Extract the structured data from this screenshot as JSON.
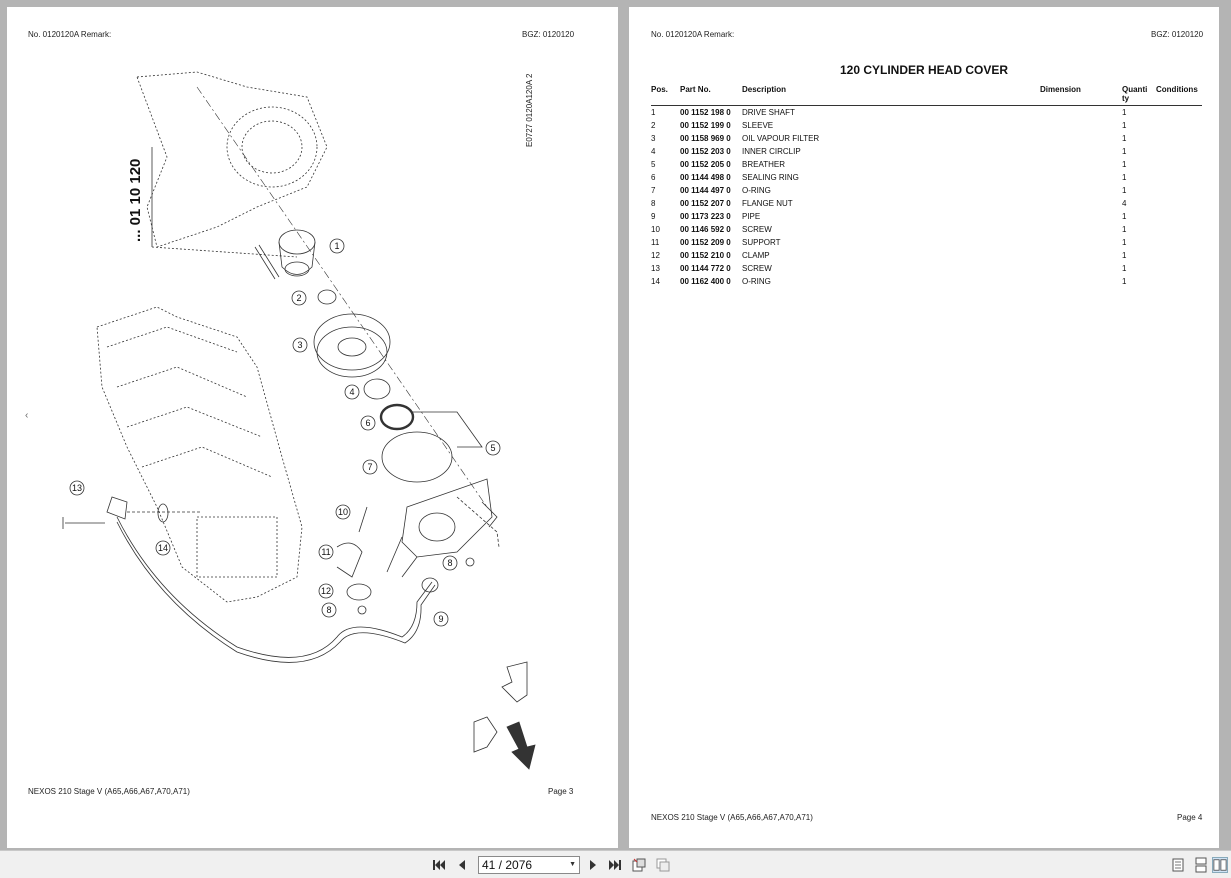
{
  "left_page": {
    "header_left": "No. 0120120A   Remark:",
    "header_right": "BGZ: 0120120",
    "drawing_code_vertical": "E0727 0120A120A 2",
    "group_code": "... 01 10 120",
    "callouts": [
      "1",
      "2",
      "3",
      "4",
      "5",
      "6",
      "7",
      "8",
      "9",
      "10",
      "11",
      "12",
      "13",
      "14",
      "8"
    ],
    "footer_left": "NEXOS 210 Stage V (A65,A66,A67,A70,A71)",
    "footer_right": "Page 3"
  },
  "right_page": {
    "header_left": "No. 0120120A   Remark:",
    "header_right": "BGZ: 0120120",
    "title": "120 CYLINDER HEAD COVER",
    "columns": [
      "Pos.",
      "Part No.",
      "Description",
      "Dimension",
      "Quanti ty",
      "Conditions"
    ],
    "rows": [
      {
        "pos": "1",
        "part": "00 1152 198 0",
        "desc": "DRIVE SHAFT",
        "dim": "",
        "qty": "1",
        "cond": ""
      },
      {
        "pos": "2",
        "part": "00 1152 199 0",
        "desc": "SLEEVE",
        "dim": "",
        "qty": "1",
        "cond": ""
      },
      {
        "pos": "3",
        "part": "00 1158 969 0",
        "desc": "OIL VAPOUR FILTER",
        "dim": "",
        "qty": "1",
        "cond": ""
      },
      {
        "pos": "4",
        "part": "00 1152 203 0",
        "desc": "INNER CIRCLIP",
        "dim": "",
        "qty": "1",
        "cond": ""
      },
      {
        "pos": "5",
        "part": "00 1152 205 0",
        "desc": "BREATHER",
        "dim": "",
        "qty": "1",
        "cond": ""
      },
      {
        "pos": "6",
        "part": "00 1144 498 0",
        "desc": "SEALING RING",
        "dim": "",
        "qty": "1",
        "cond": ""
      },
      {
        "pos": "7",
        "part": "00 1144 497 0",
        "desc": "O-RING",
        "dim": "",
        "qty": "1",
        "cond": ""
      },
      {
        "pos": "8",
        "part": "00 1152 207 0",
        "desc": "FLANGE NUT",
        "dim": "",
        "qty": "4",
        "cond": ""
      },
      {
        "pos": "9",
        "part": "00 1173 223 0",
        "desc": "PIPE",
        "dim": "",
        "qty": "1",
        "cond": ""
      },
      {
        "pos": "10",
        "part": "00 1146 592 0",
        "desc": "SCREW",
        "dim": "",
        "qty": "1",
        "cond": ""
      },
      {
        "pos": "11",
        "part": "00 1152 209 0",
        "desc": "SUPPORT",
        "dim": "",
        "qty": "1",
        "cond": ""
      },
      {
        "pos": "12",
        "part": "00 1152 210 0",
        "desc": "CLAMP",
        "dim": "",
        "qty": "1",
        "cond": ""
      },
      {
        "pos": "13",
        "part": "00 1144 772 0",
        "desc": "SCREW",
        "dim": "",
        "qty": "1",
        "cond": ""
      },
      {
        "pos": "14",
        "part": "00 1162 400 0",
        "desc": "O-RING",
        "dim": "",
        "qty": "1",
        "cond": ""
      }
    ],
    "footer_left": "NEXOS 210 Stage V (A65,A66,A67,A70,A71)",
    "footer_right": "Page 4"
  },
  "toolbar": {
    "page_indicator": "41 / 2076",
    "icons": [
      "first-page-icon",
      "prev-page-icon",
      "next-page-icon",
      "last-page-icon",
      "rotate-icon",
      "copy-icon",
      "single-page-view-icon",
      "continuous-view-icon",
      "two-page-view-icon"
    ]
  }
}
